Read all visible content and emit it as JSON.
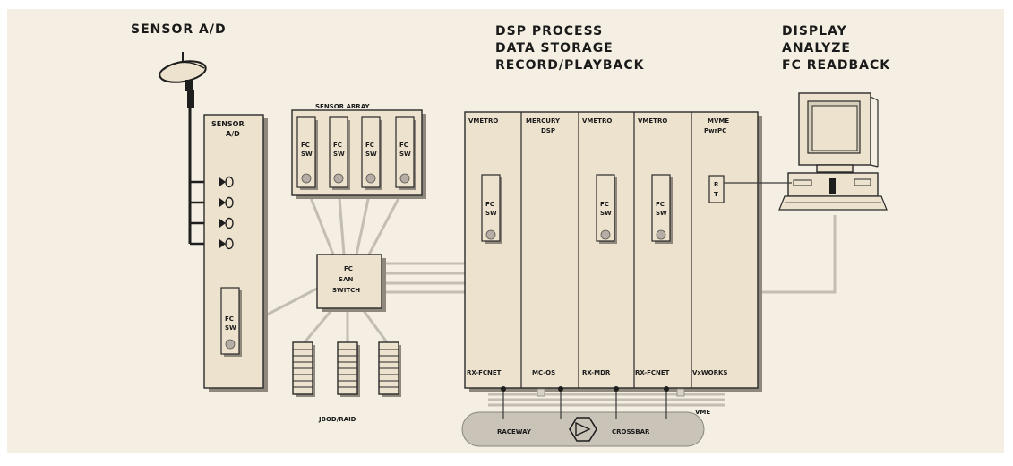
{
  "colors": {
    "background": "#f4efe2",
    "box": "#ece2cd",
    "cable": "#c3bdb2",
    "ink": "#1a1a1a"
  },
  "headings": {
    "sensor": "SENSOR A/D",
    "dsp": [
      "DSP PROCESS",
      "DATA STORAGE",
      "RECORD/PLAYBACK"
    ],
    "display": [
      "DISPLAY",
      "ANALYZE",
      "FC READBACK"
    ]
  },
  "sensor_box": {
    "title": [
      "SENSOR",
      "A/D"
    ],
    "card": [
      "FC",
      "SW"
    ]
  },
  "sensor_array": {
    "title": "SENSOR ARRAY",
    "card": [
      "FC",
      "SW"
    ]
  },
  "switch": {
    "lines": [
      "FC",
      "SAN",
      "SWITCH"
    ]
  },
  "jbod": {
    "label": "JBOD/RAID"
  },
  "chassis": {
    "slots": [
      {
        "title": [
          "VMETRO"
        ],
        "bottom": "RX-FCNET"
      },
      {
        "title": [
          "MERCURY",
          "DSP"
        ],
        "bottom": "MC-OS"
      },
      {
        "title": [
          "VMETRO"
        ],
        "bottom": "RX-MDR"
      },
      {
        "title": [
          "VMETRO"
        ],
        "bottom": "RX-FCNET"
      },
      {
        "title": [
          "MVME",
          "PwrPC"
        ],
        "bottom": "VxWORKS"
      }
    ],
    "card": [
      "FC",
      "SW"
    ],
    "mvme_card": [
      "R",
      "T"
    ],
    "vme": "VME"
  },
  "crossbar": {
    "left": "RACEWAY",
    "right": "CROSSBAR"
  },
  "icons": [
    "satellite-dish-icon",
    "computer-workstation-icon",
    "crossbar-icon",
    "disk-drive-icon"
  ]
}
